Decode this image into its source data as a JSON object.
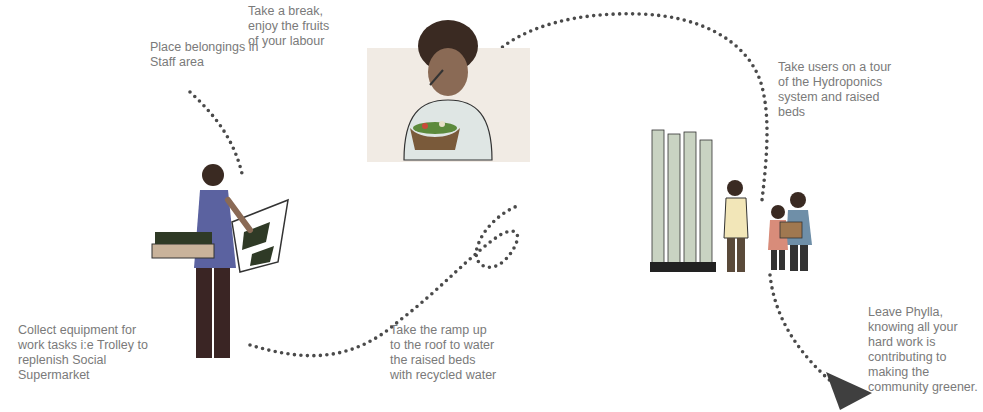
{
  "diagram": {
    "labels": [
      "Place belongings in Staff area",
      "Collect equipment for work tasks i:e Trolley to replenish Social Supermarket",
      "Take a break, enjoy the fruits of your labour",
      "Take the ramp up to the roof to water the raised beds with recycled water",
      "Take users on a tour of the Hydroponics system and raised beds",
      "Leave Phylla, knowing all your hard work is contributing to making the community greener."
    ]
  }
}
